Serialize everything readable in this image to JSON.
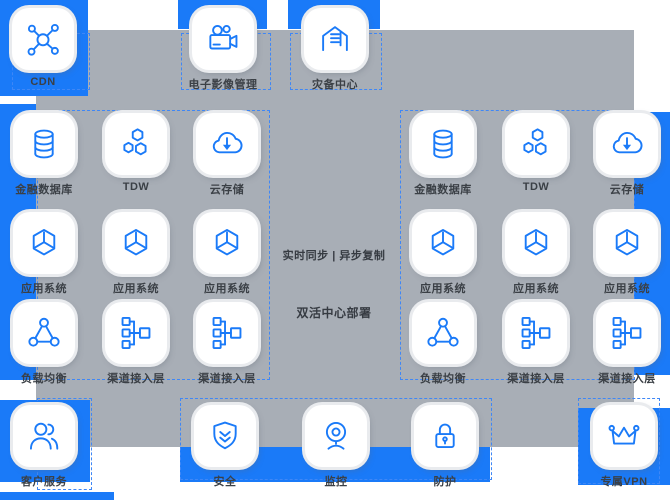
{
  "colors": {
    "accent_blue": "#1a7af8",
    "panel_gray": "#a8aeb6",
    "dashed_border": "#3f87f6",
    "label_dark": "#3b4046"
  },
  "top_row": [
    {
      "label": "CDN",
      "icon": "cdn-icon"
    },
    {
      "label": "电子影像管理",
      "icon": "video-camera-icon"
    },
    {
      "label": "灾备中心",
      "icon": "warehouse-icon"
    }
  ],
  "left_group": {
    "tiles": [
      {
        "label": "金融数据库",
        "icon": "database-icon"
      },
      {
        "label": "TDW",
        "icon": "tdw-icon"
      },
      {
        "label": "云存储",
        "icon": "cloud-download-icon"
      },
      {
        "label": "应用系统",
        "icon": "cube-icon"
      },
      {
        "label": "应用系统",
        "icon": "cube-icon"
      },
      {
        "label": "应用系统",
        "icon": "cube-icon"
      },
      {
        "label": "负载均衡",
        "icon": "load-balancer-icon"
      },
      {
        "label": "渠道接入层",
        "icon": "channel-access-icon"
      },
      {
        "label": "渠道接入层",
        "icon": "channel-access-icon"
      }
    ]
  },
  "right_group": {
    "tiles": [
      {
        "label": "金融数据库",
        "icon": "database-icon"
      },
      {
        "label": "TDW",
        "icon": "tdw-icon"
      },
      {
        "label": "云存储",
        "icon": "cloud-download-icon"
      },
      {
        "label": "应用系统",
        "icon": "cube-icon"
      },
      {
        "label": "应用系统",
        "icon": "cube-icon"
      },
      {
        "label": "应用系统",
        "icon": "cube-icon"
      },
      {
        "label": "负载均衡",
        "icon": "load-balancer-icon"
      },
      {
        "label": "渠道接入层",
        "icon": "channel-access-icon"
      },
      {
        "label": "渠道接入层",
        "icon": "channel-access-icon"
      }
    ]
  },
  "center": {
    "line1": "实时同步 | 异步复制",
    "line2": "双活中心部署"
  },
  "bottom_row": [
    {
      "label": "客户服务",
      "icon": "users-icon"
    },
    {
      "label": "安全",
      "icon": "shield-icon"
    },
    {
      "label": "监控",
      "icon": "webcam-icon"
    },
    {
      "label": "防护",
      "icon": "lock-icon"
    },
    {
      "label": "专属VPN",
      "icon": "crown-icon"
    }
  ]
}
